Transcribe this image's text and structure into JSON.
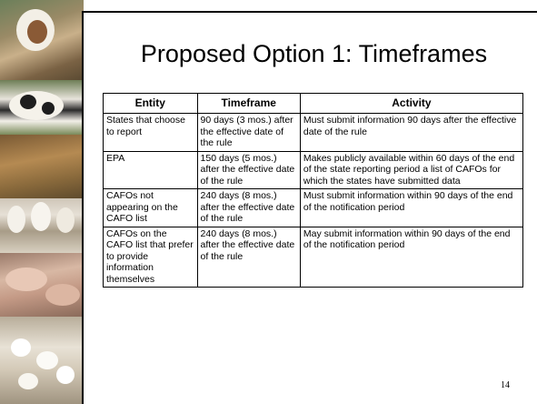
{
  "slide": {
    "title": "Proposed Option 1: Timeframes",
    "page_number": "14"
  },
  "table": {
    "headers": {
      "entity": "Entity",
      "timeframe": "Timeframe",
      "activity": "Activity"
    },
    "rows": [
      {
        "entity": "States that choose to report",
        "timeframe": "90 days (3 mos.) after the effective date of the rule",
        "activity": "Must submit information 90 days after the effective date of the rule"
      },
      {
        "entity": "EPA",
        "timeframe": "150 days (5 mos.) after the effective date of the rule",
        "activity": "Makes publicly available within 60 days of the end of the state reporting period a list of CAFOs for which the states have submitted data"
      },
      {
        "entity": "CAFOs not appearing on the CAFO list",
        "timeframe": "240 days (8 mos.) after the effective date of the rule",
        "activity": "Must submit information within 90 days of the end of the notification period"
      },
      {
        "entity": "CAFOs on the CAFO list that prefer to provide information themselves",
        "timeframe": "240 days (8 mos.) after the effective date of the rule",
        "activity": "May submit information within 90 days of the end of the notification period"
      }
    ]
  },
  "decoration": {
    "side_image": "farm-animals-photo-strip"
  }
}
